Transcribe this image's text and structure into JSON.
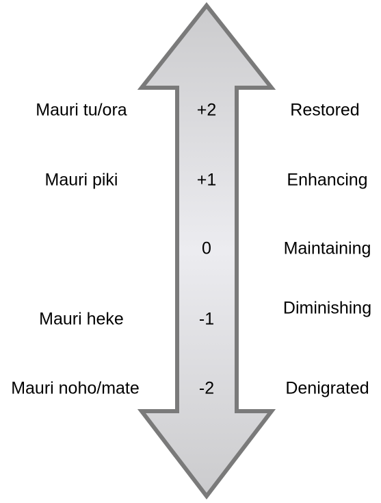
{
  "colors": {
    "arrow_fill": "#cbcbcd",
    "arrow_highlight": "#ececf0",
    "arrow_outline": "#7a7a7a",
    "text": "#000000"
  },
  "levels": [
    {
      "left": "Mauri tu/ora",
      "score": "+2",
      "right": "Restored"
    },
    {
      "left": "Mauri piki",
      "score": "+1",
      "right": "Enhancing"
    },
    {
      "left": "",
      "score": "0",
      "right": "Maintaining"
    },
    {
      "left": "Mauri heke",
      "score": "-1",
      "right": "Diminishing"
    },
    {
      "left": "Mauri noho/mate",
      "score": "-2",
      "right": "Denigrated"
    }
  ]
}
